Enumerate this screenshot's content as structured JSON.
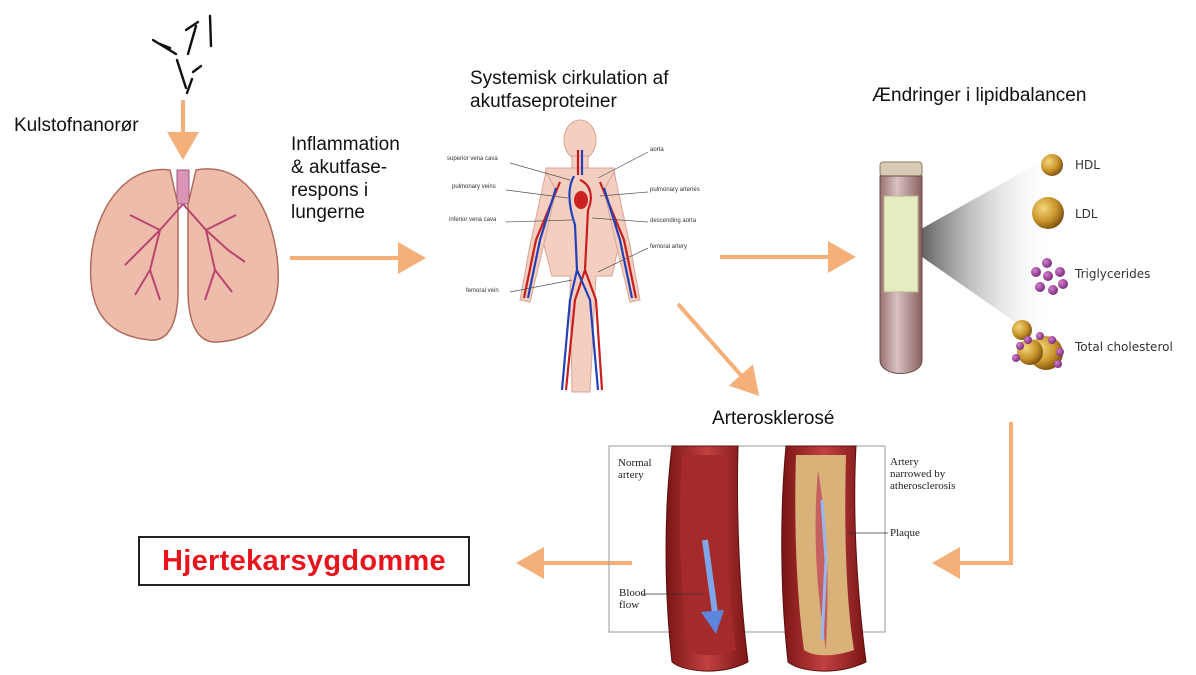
{
  "labels": {
    "nanotubes": "Kulstofnanorør",
    "inflammation": [
      "Inflammation",
      "& akutfase-",
      "respons i",
      "lungerne"
    ],
    "circulation": [
      "Systemisk cirkulation af",
      "akutfaseproteiner"
    ],
    "lipids_title": "Ændringer i lipidbalancen",
    "atherosclerosis": "Arterosklerosé",
    "outcome": "Hjertekarsygdomme"
  },
  "body_annotations": {
    "superior_vena_cava": "superior vena cava",
    "pulmonary_veins": "pulmonary veins",
    "inferior_vena_cava": "inferior vena cava",
    "femoral_vein": "femoral vein",
    "aorta": "aorta",
    "pulmonary_arteries": "pulmonary arteries",
    "descending_aorta": "descending aorta",
    "femoral_artery": "femoral artery"
  },
  "lipid_legend": {
    "hdl": "HDL",
    "ldl": "LDL",
    "triglycerides": "Triglycerides",
    "total_cholesterol": "Total cholesterol"
  },
  "artery_labels": {
    "normal": [
      "Normal",
      "artery"
    ],
    "narrowed": [
      "Artery",
      "narrowed by",
      "atherosclerosis"
    ],
    "plaque": "Plaque",
    "blood_flow": [
      "Blood",
      "flow"
    ]
  },
  "colors": {
    "arrow": "#f5b07a",
    "outcome_text": "#e8141b",
    "lung": "#e9b7a7",
    "artery_wall": "#8e1d1d",
    "plaque": "#d9b27a"
  }
}
